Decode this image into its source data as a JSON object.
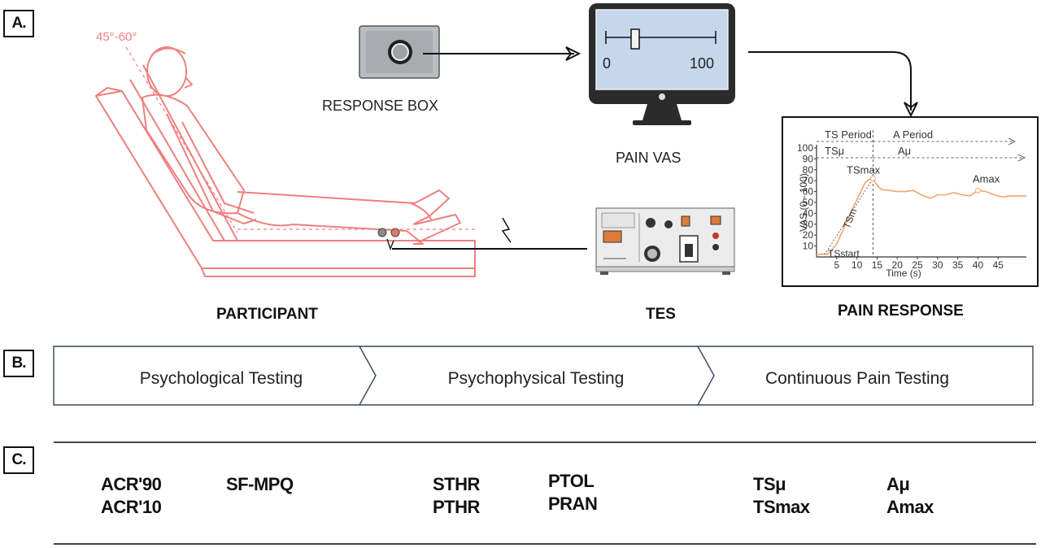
{
  "panels": {
    "a": "A.",
    "b": "B.",
    "c": "C."
  },
  "participant": {
    "angle_label": "45°-60°",
    "label": "PARTICIPANT"
  },
  "response_box": {
    "label": "RESPONSE BOX"
  },
  "vas": {
    "min_label": "0",
    "max_label": "100",
    "label": "PAIN VAS"
  },
  "tes": {
    "label": "TES"
  },
  "pain_response": {
    "label": "PAIN RESPONSE"
  },
  "chart_data": {
    "type": "line",
    "title": "",
    "xlabel": "Time (s)",
    "ylabel": "VAS (0 - 100)",
    "xlim": [
      0,
      52
    ],
    "ylim": [
      0,
      100
    ],
    "x_ticks": [
      5,
      10,
      15,
      20,
      25,
      30,
      35,
      40,
      45
    ],
    "y_ticks": [
      10,
      20,
      30,
      40,
      50,
      60,
      70,
      80,
      90,
      100
    ],
    "series": [
      {
        "x": [
          0,
          3,
          5,
          7,
          9,
          11,
          12,
          13,
          13.7,
          14.2,
          15,
          16,
          18,
          20,
          22,
          24,
          26,
          28,
          29,
          30,
          32,
          34,
          36,
          38,
          40,
          42,
          44,
          46,
          48,
          50,
          52
        ],
        "values": [
          2,
          3,
          12,
          28,
          45,
          60,
          68,
          71,
          72,
          70,
          66,
          62,
          61,
          60,
          60,
          61,
          57,
          54,
          55,
          57,
          57,
          59,
          57,
          56,
          61,
          60,
          57,
          55,
          56,
          56,
          56
        ]
      }
    ],
    "annotations": {
      "ts_period": "TS Period",
      "a_period": "A Period",
      "ts_mu": "TSμ",
      "a_mu": "Aμ",
      "ts_max": "TSmax",
      "a_max": "Amax",
      "ts_slope": "TSm",
      "ts_start": "TSstart"
    },
    "markers": {
      "ts_max": [
        14,
        72
      ],
      "a_max": [
        40,
        61
      ]
    }
  },
  "protocol": {
    "steps": [
      "Psychological Testing",
      "Psychophysical Testing",
      "Continuous Pain Testing"
    ]
  },
  "metrics": {
    "col1": [
      "ACR'90",
      "ACR'10"
    ],
    "col2": [
      "SF-MPQ"
    ],
    "col3": [
      "STHR",
      "PTHR"
    ],
    "col4": [
      "PTOL",
      "PRAN"
    ],
    "col5": [
      "TSμ",
      "TSmax"
    ],
    "col6": [
      "Aμ",
      "Amax"
    ]
  }
}
